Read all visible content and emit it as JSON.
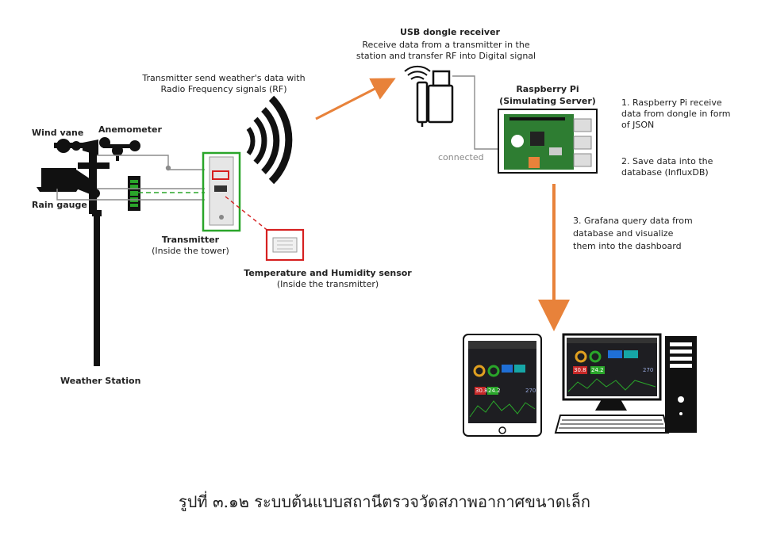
{
  "labels": {
    "wind_vane": "Wind vane",
    "anemometer": "Anemometer",
    "rain_gauge": "Rain gauge",
    "weather_station": "Weather Station",
    "transmitter_title": "Transmitter",
    "transmitter_sub": "(Inside the tower)",
    "sensor_title": "Temperature and Humidity sensor",
    "sensor_sub": "(Inside the transmitter)",
    "rf_line1": "Transmitter send weather's data with",
    "rf_line2": "Radio Frequency signals (RF)",
    "usb_title": "USB dongle receiver",
    "usb_line1": "Receive data from a transmitter in the",
    "usb_line2": "station and transfer RF into Digital signal",
    "connected": "connected",
    "rpi_title1": "Raspberry Pi",
    "rpi_title2": "(Simulating Server)",
    "step1_l1": "1. Raspberry Pi receive",
    "step1_l2": "data from dongle in form",
    "step1_l3": "of JSON",
    "step2_l1": "2. Save data into the",
    "step2_l2": "database (InfluxDB)",
    "step3_l1": "3. Grafana query data from",
    "step3_l2": "database and visualize",
    "step3_l3": "them into the dashboard",
    "tablet_v1": "30.8",
    "tablet_v2": "24.2",
    "tablet_v3": "270",
    "desktop_v1": "30.8",
    "desktop_v2": "24.2",
    "desktop_v3": "270"
  },
  "caption": "รูปที่ ๓.๑๒  ระบบต้นแบบสถานีตรวจวัดสภาพอากาศขนาดเล็ก",
  "colors": {
    "highlight_green": "#2aa52a",
    "highlight_red": "#d62020",
    "arrow_orange": "#e8823a",
    "rpi_board_green": "#2e7d32",
    "dashboard_bg": "#1e1e22"
  }
}
